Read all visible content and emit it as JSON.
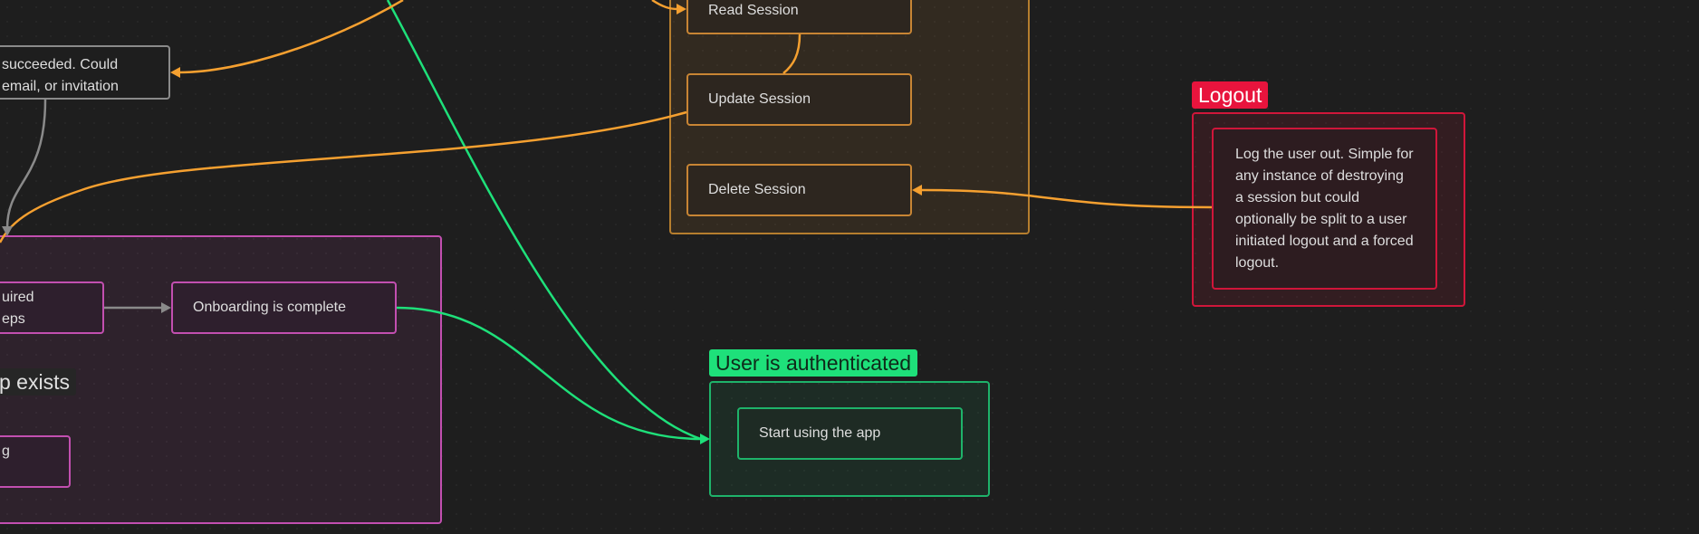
{
  "colors": {
    "orange": "#f5a030",
    "green": "#1ee07a",
    "gray": "#8a8a8a",
    "red": "#e8143d",
    "purple": "#c24fb0"
  },
  "nodes": {
    "read_session": "Read Session",
    "update_session": "Update Session",
    "delete_session": "Delete Session",
    "signup_succeeded": "succeeded. Could\nemail, or invitation",
    "required_steps": "uired\neps",
    "onboarding_complete": "Onboarding is complete",
    "partial_node": "g",
    "logout_desc": "Log the user out. Simple for any instance of destroying a session but could optionally be split to a user initiated logout and a forced logout.",
    "start_using_app": "Start using the app"
  },
  "labels": {
    "logout": "Logout",
    "user_authenticated": "User is authenticated",
    "exists": "p exists"
  }
}
